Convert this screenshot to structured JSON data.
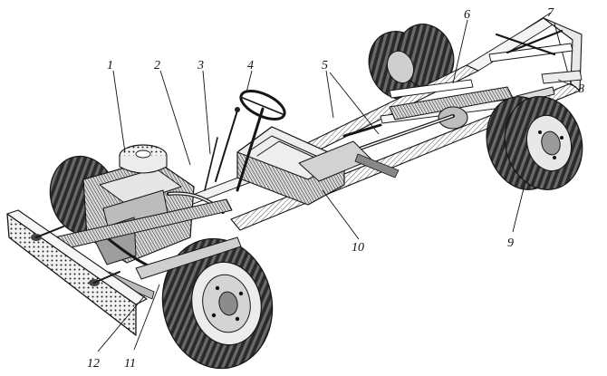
{
  "figure": {
    "callouts": [
      {
        "id": "1",
        "label": "1"
      },
      {
        "id": "2",
        "label": "2"
      },
      {
        "id": "3",
        "label": "3"
      },
      {
        "id": "4",
        "label": "4"
      },
      {
        "id": "5",
        "label": "5"
      },
      {
        "id": "6",
        "label": "6"
      },
      {
        "id": "7",
        "label": "7"
      },
      {
        "id": "8",
        "label": "8"
      },
      {
        "id": "9",
        "label": "9"
      },
      {
        "id": "10",
        "label": "10"
      },
      {
        "id": "11",
        "label": "11"
      },
      {
        "id": "12",
        "label": "12"
      }
    ]
  }
}
